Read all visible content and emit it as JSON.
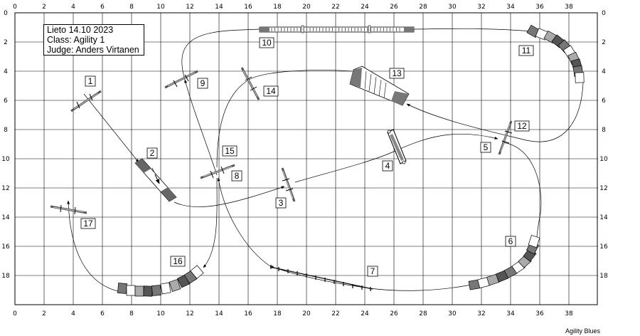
{
  "info": {
    "line1": "Lieto 14.10 2023",
    "line2": "Class: Agility 1",
    "line3": "Judge: Anders Virtanen"
  },
  "credit": "Agility Blues",
  "grid": {
    "x_labels": [
      "0",
      "2",
      "4",
      "6",
      "8",
      "10",
      "12",
      "14",
      "16",
      "18",
      "20",
      "22",
      "24",
      "26",
      "28",
      "30",
      "32",
      "34",
      "36",
      "38"
    ],
    "y_labels": [
      "0",
      "2",
      "4",
      "6",
      "8",
      "10",
      "12",
      "14",
      "16",
      "18"
    ]
  },
  "numbers": [
    {
      "id": "1",
      "label": "1"
    },
    {
      "id": "2",
      "label": "2"
    },
    {
      "id": "3",
      "label": "3"
    },
    {
      "id": "4",
      "label": "4"
    },
    {
      "id": "5",
      "label": "5"
    },
    {
      "id": "6",
      "label": "6"
    },
    {
      "id": "7",
      "label": "7"
    },
    {
      "id": "8",
      "label": "8"
    },
    {
      "id": "9",
      "label": "9"
    },
    {
      "id": "10",
      "label": "10"
    },
    {
      "id": "11",
      "label": "11"
    },
    {
      "id": "12",
      "label": "12"
    },
    {
      "id": "13",
      "label": "13"
    },
    {
      "id": "14",
      "label": "14"
    },
    {
      "id": "15",
      "label": "15"
    },
    {
      "id": "16",
      "label": "16"
    },
    {
      "id": "17",
      "label": "17"
    }
  ]
}
